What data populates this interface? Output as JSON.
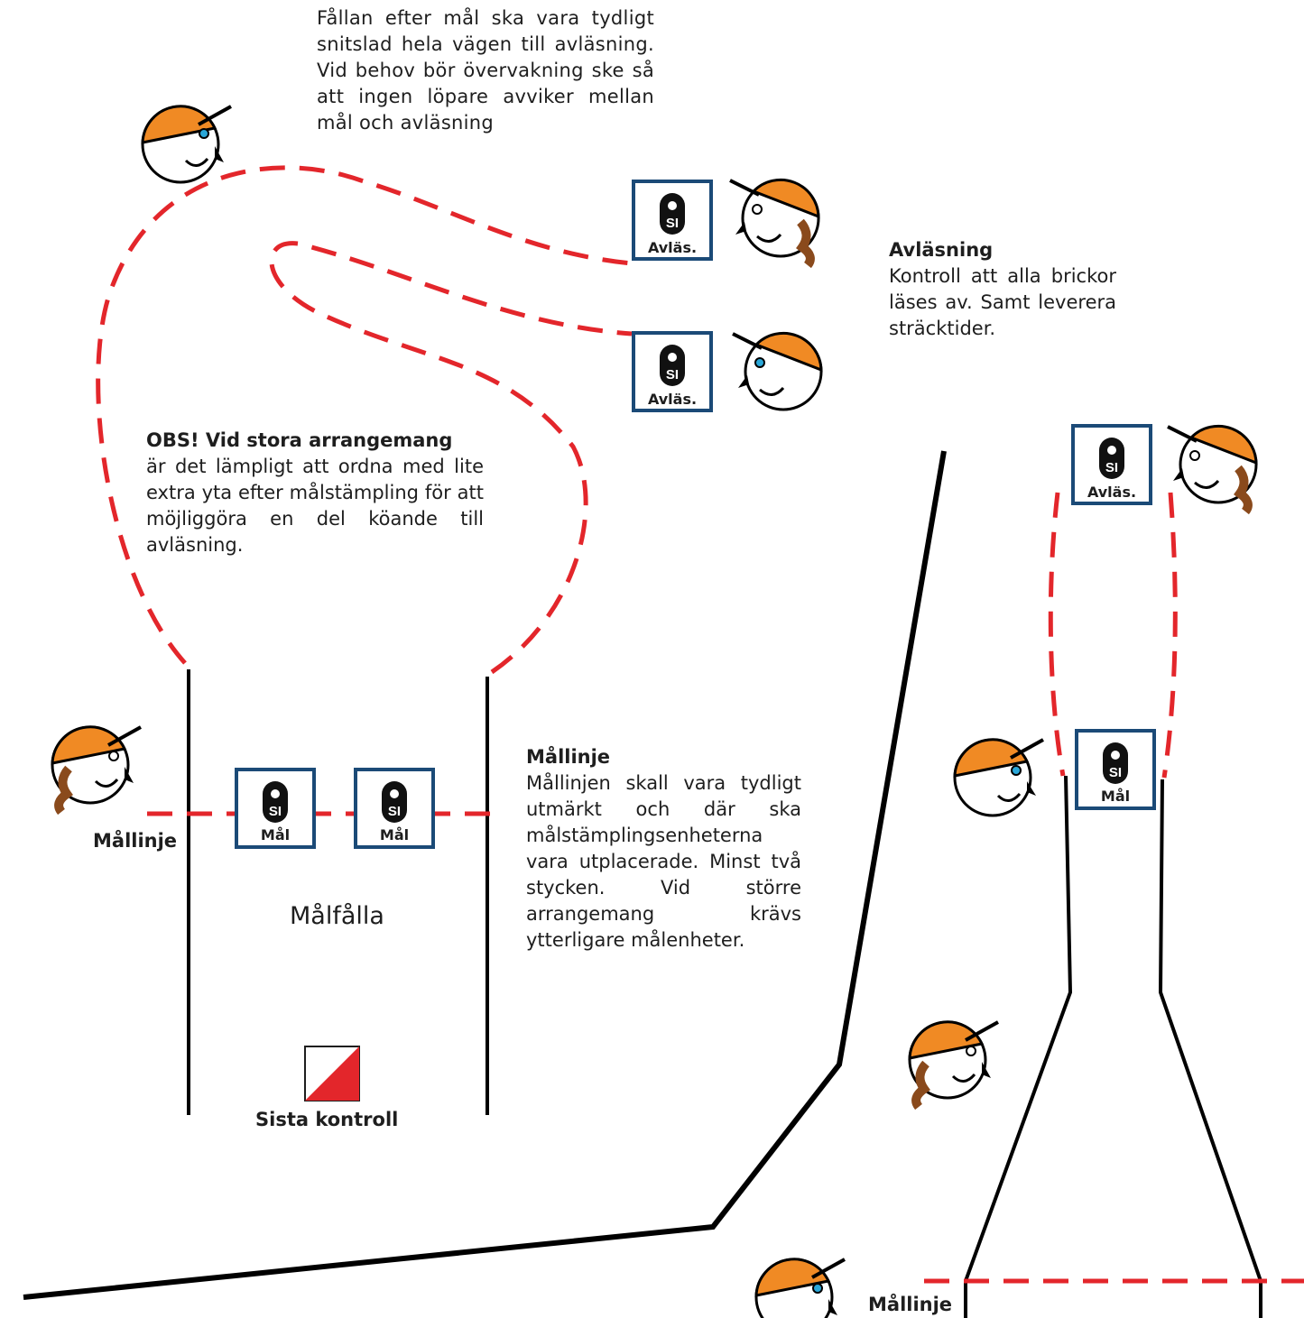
{
  "colors": {
    "rope": "#e3262b",
    "fence": "#000000",
    "unit_border": "#1b4a77",
    "cap": "#f08a24",
    "hair": "#8a4a1c",
    "eye": "#2aa7d8"
  },
  "icons": [
    "runner-face-icon",
    "si-unit-icon",
    "control-flag-icon"
  ],
  "notes": {
    "trap": "Fållan efter mål ska vara tydligt snitslad hela vägen till avläsning. Vid behov bör övervakning ske så att ingen löpare avviker mellan mål och avläsning",
    "readout_heading": "Avläsning",
    "readout_body": "Kontroll att alla brickor läses av. Samt leverera sträcktider.",
    "obs_heading": "OBS! Vid stora arrangemang",
    "obs_body": "är det lämpligt att ordna med lite extra yta efter målstämpling för att möjliggöra en del köande till avläsning.",
    "finish_heading": "Mållinje",
    "finish_body": "Mållinjen skall vara tydligt utmärkt och där ska målstämplingsenheterna vara utplacerade. Minst två stycken. Vid större arrangemang krävs ytterligare målenheter."
  },
  "labels": {
    "finish_line": "Mållinje",
    "finish_pen": "Målfålla",
    "last_control": "Sista kontroll"
  },
  "units": {
    "si_text": "SI",
    "readout_label": "Avläs.",
    "finish_label": "Mål"
  }
}
